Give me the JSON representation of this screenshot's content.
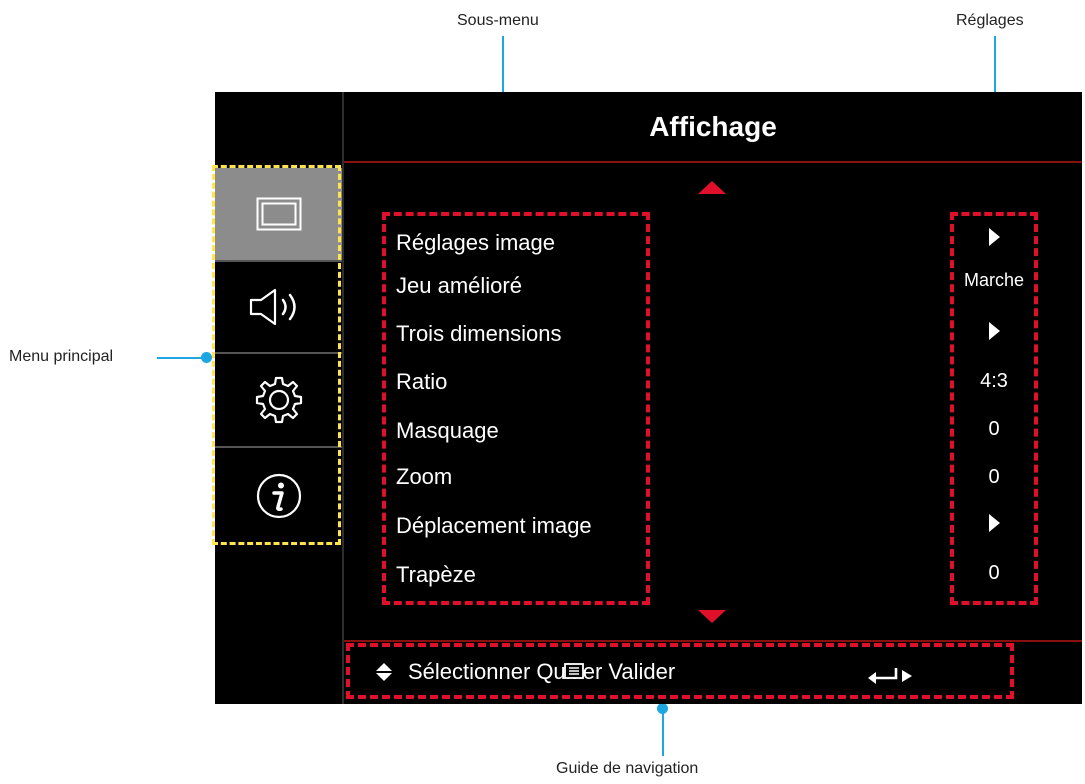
{
  "callouts": {
    "submenu": "Sous-menu",
    "settings": "Réglages",
    "main_menu": "Menu principal",
    "nav_guide": "Guide de navigation"
  },
  "osd": {
    "title": "Affichage",
    "sidebar": [
      {
        "icon": "display-icon",
        "selected": true
      },
      {
        "icon": "speaker-icon",
        "selected": false
      },
      {
        "icon": "gear-icon",
        "selected": false
      },
      {
        "icon": "info-icon",
        "selected": false
      }
    ],
    "items": [
      {
        "label": "Réglages image",
        "value": "▶"
      },
      {
        "label": "Jeu amélioré",
        "value": "Marche"
      },
      {
        "label": "Trois dimensions",
        "value": "▶"
      },
      {
        "label": "Ratio",
        "value": "4:3"
      },
      {
        "label": "Masquage",
        "value": "0"
      },
      {
        "label": "Zoom",
        "value": "0"
      },
      {
        "label": "Déplacement image",
        "value": "▶"
      },
      {
        "label": "Trapèze",
        "value": "0"
      }
    ],
    "nav": {
      "select": "Sélectionner",
      "quit": "Quitter",
      "validate": "Valider"
    }
  },
  "colors": {
    "accent_red": "#e0102a",
    "highlight_yellow": "#ffe44d",
    "callout_blue": "#1ea6e0"
  }
}
